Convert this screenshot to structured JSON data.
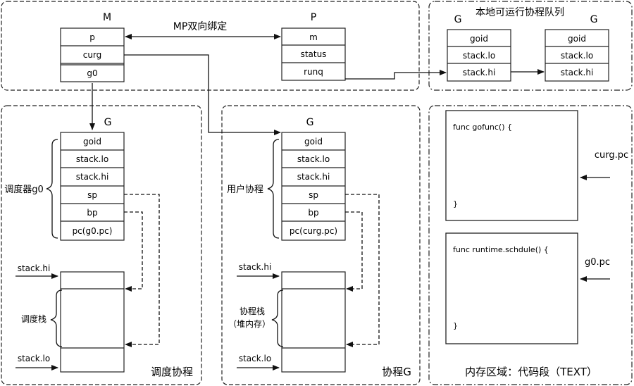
{
  "m_struct": {
    "title": "M",
    "fields": [
      "p",
      "curg",
      "g0"
    ]
  },
  "p_struct": {
    "title": "P",
    "fields": [
      "m",
      "status",
      "runq"
    ]
  },
  "mp_binding_label": "MP双向绑定",
  "local_runq": {
    "title": "本地可运行协程队列",
    "g_title": "G",
    "fields": [
      "goid",
      "stack.lo",
      "stack.hi"
    ]
  },
  "scheduler_panel": {
    "g_title": "G",
    "brace_label": "调度器g0",
    "fields": [
      "goid",
      "stack.lo",
      "stack.hi",
      "sp",
      "bp",
      "pc(g0.pc)"
    ],
    "stack_hi_label": "stack.hi",
    "stack_lo_label": "stack.lo",
    "stack_brace_label": "调度栈",
    "panel_title": "调度协程"
  },
  "user_panel": {
    "g_title": "G",
    "brace_label": "用户协程",
    "fields": [
      "goid",
      "stack.lo",
      "stack.hi",
      "sp",
      "bp",
      "pc(curg.pc)"
    ],
    "stack_hi_label": "stack.hi",
    "stack_lo_label": "stack.lo",
    "stack_brace_label_1": "协程栈",
    "stack_brace_label_2": "（堆内存）",
    "panel_title": "协程G"
  },
  "text_panel": {
    "func1": "func gofunc() {",
    "func1_close": "}",
    "func2": "func runtime.schdule() {",
    "func2_close": "}",
    "pointer1": "curg.pc",
    "pointer2": "g0.pc",
    "panel_title": "内存区域：代码段（TEXT）"
  }
}
